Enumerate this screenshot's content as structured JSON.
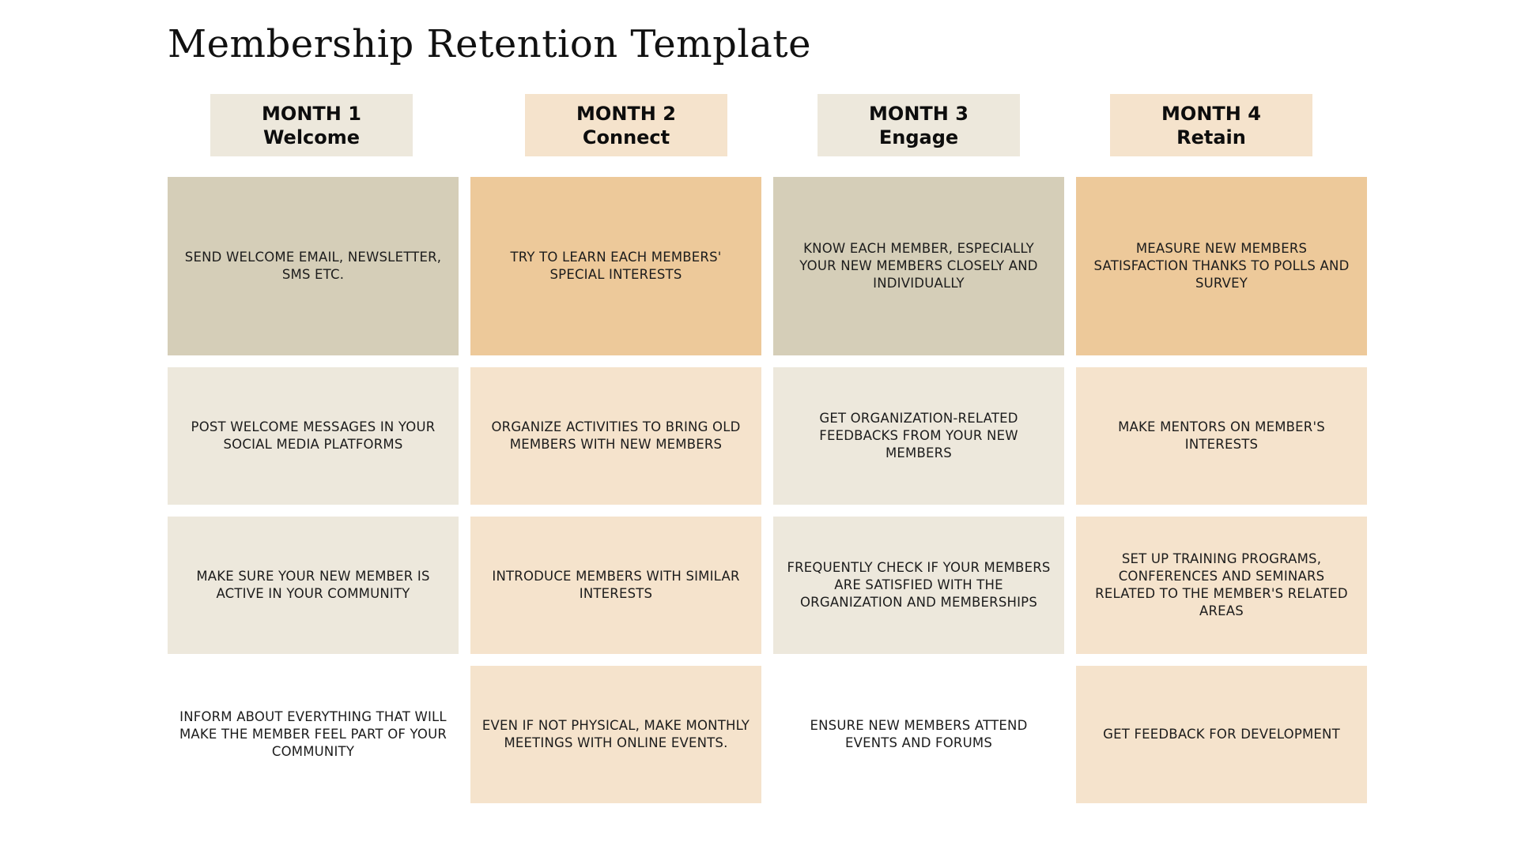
{
  "title": "Membership Retention Template",
  "colors": {
    "header_neutral": "#ede8dc",
    "header_peach": "#f5e3cc",
    "strong_neutral": "#d5ceb8",
    "strong_peach": "#edc99a",
    "light_neutral": "#ede8dc",
    "light_peach": "#f5e3cc",
    "white": "#ffffff"
  },
  "months": [
    {
      "month": "MONTH 1",
      "theme": "Welcome",
      "tasks": [
        "SEND WELCOME EMAIL, NEWSLETTER, SMS ETC.",
        "POST WELCOME MESSAGES IN YOUR SOCIAL MEDIA PLATFORMS",
        "MAKE SURE YOUR NEW MEMBER IS ACTIVE IN YOUR COMMUNITY",
        "INFORM ABOUT EVERYTHING THAT WILL MAKE THE MEMBER FEEL PART OF YOUR COMMUNITY"
      ]
    },
    {
      "month": "MONTH 2",
      "theme": "Connect",
      "tasks": [
        "TRY TO LEARN EACH MEMBERS' SPECIAL INTERESTS",
        "ORGANIZE ACTIVITIES TO BRING OLD MEMBERS WITH NEW MEMBERS",
        "INTRODUCE MEMBERS WITH SIMILAR INTERESTS",
        "EVEN IF NOT PHYSICAL, MAKE MONTHLY MEETINGS WITH ONLINE EVENTS."
      ]
    },
    {
      "month": "MONTH 3",
      "theme": "Engage",
      "tasks": [
        "KNOW EACH MEMBER, ESPECIALLY YOUR NEW MEMBERS CLOSELY AND INDIVIDUALLY",
        "GET ORGANIZATION-RELATED FEEDBACKS FROM YOUR NEW MEMBERS",
        "FREQUENTLY CHECK IF YOUR MEMBERS ARE SATISFIED WITH THE ORGANIZATION AND MEMBERSHIPS",
        "ENSURE NEW MEMBERS ATTEND EVENTS AND FORUMS"
      ]
    },
    {
      "month": "MONTH 4",
      "theme": "Retain",
      "tasks": [
        "MEASURE NEW MEMBERS SATISFACTION THANKS TO POLLS AND SURVEY",
        "MAKE MENTORS ON MEMBER'S INTERESTS",
        "SET UP TRAINING PROGRAMS, CONFERENCES AND SEMINARS RELATED TO THE MEMBER'S RELATED AREAS",
        "GET FEEDBACK FOR DEVELOPMENT"
      ]
    }
  ]
}
